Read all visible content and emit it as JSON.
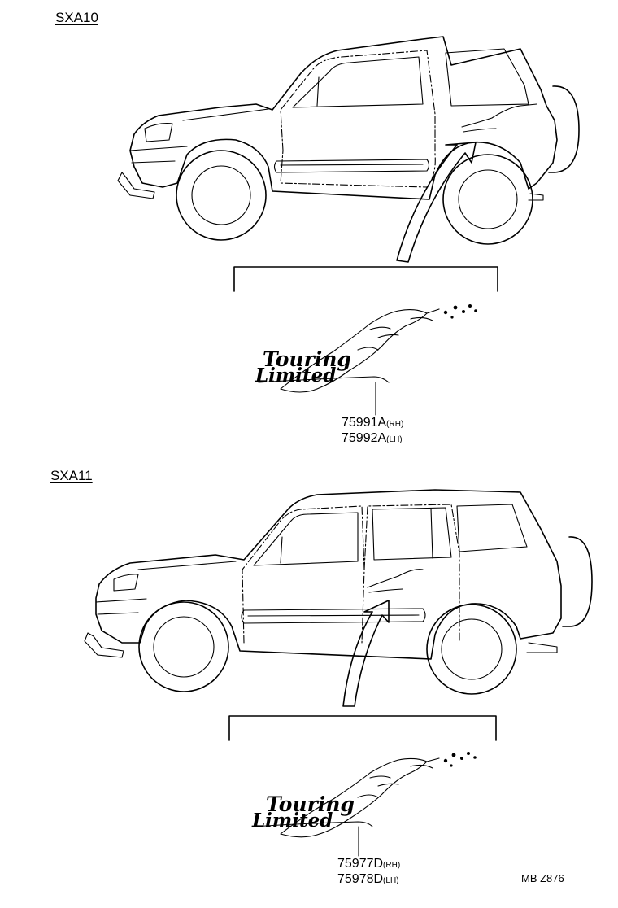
{
  "sections": [
    {
      "model": "SXA10",
      "part_rh": "75991A",
      "part_rh_suffix": "(RH)",
      "part_lh": "75992A",
      "part_lh_suffix": "(LH)",
      "emblem_line1": "Touring",
      "emblem_line2": "Limited"
    },
    {
      "model": "SXA11",
      "part_rh": "75977D",
      "part_rh_suffix": "(RH)",
      "part_lh": "75978D",
      "part_lh_suffix": "(LH)",
      "emblem_line1": "Touring",
      "emblem_line2": "Limited"
    }
  ],
  "diagram_code": "MB Z876"
}
